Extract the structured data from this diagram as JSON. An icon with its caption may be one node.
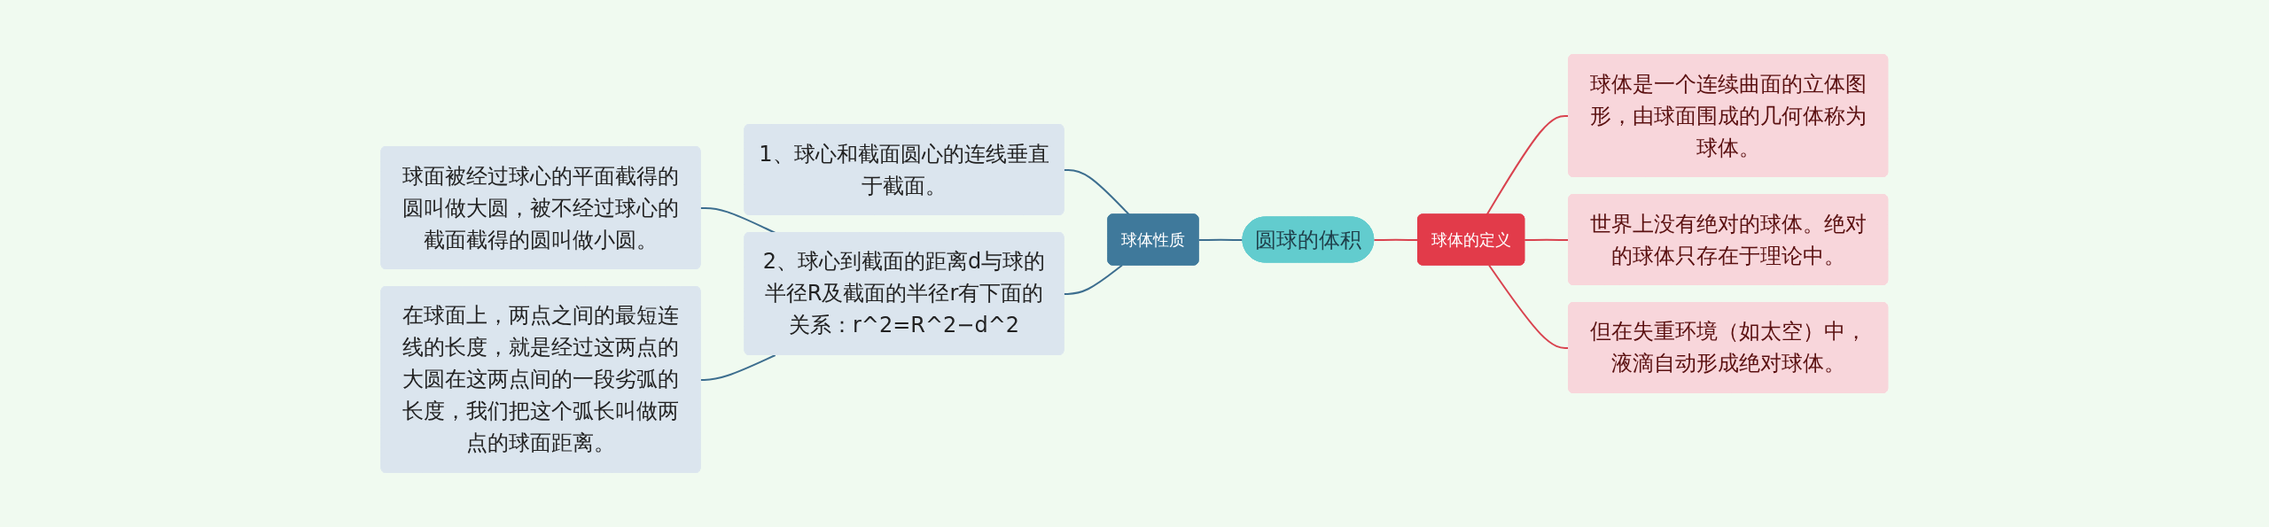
{
  "diagram": {
    "nodes": [
      {
        "text": [
          "圆球的体积"
        ]
      },
      {
        "text": [
          "球体性质"
        ]
      },
      {
        "text": [
          "1、球心和截面圆心的连线垂直于截面。"
        ]
      },
      {
        "text": [
          "2、球心到截面的距离d与球的半径R及截面的半径r有下面的关系：r^2=R^2−d^2"
        ]
      },
      {
        "text": [
          "球面被经过球心的平面截得的圆叫做大圆，被不经过球心的截面截得的圆叫做小圆。"
        ]
      },
      {
        "text": [
          "在球面上，两点之间的最短连线的长度，就是经过这两点的大圆在这两点间的一段劣弧的长度，我们把这个弧长叫做两点的球面距离。"
        ]
      },
      {
        "text": [
          "球体的定义"
        ]
      },
      {
        "text": [
          "球体是一个连续曲面的立体图形，由球面围成的几何体称为球体。"
        ]
      },
      {
        "text": [
          "世界上没有绝对的球体。绝对的球体只存在于理论中。"
        ]
      },
      {
        "text": [
          "但在失重环境（如太空）中，液滴自动形成绝对球体。"
        ]
      }
    ],
    "edges": [
      {
        "from": 4,
        "to": 3,
        "arrow": "none",
        "color": "#3d6e8f"
      },
      {
        "from": 5,
        "to": 3,
        "arrow": "none",
        "color": "#3d6e8f"
      },
      {
        "from": 2,
        "to": 1,
        "arrow": "none",
        "color": "#3d6e8f"
      },
      {
        "from": 3,
        "to": 1,
        "arrow": "none",
        "color": "#3d6e8f"
      },
      {
        "from": 1,
        "to": 0,
        "arrow": "none",
        "color": "#3d6e8f"
      },
      {
        "from": 0,
        "to": 6,
        "arrow": "none",
        "color": "#d9434f"
      },
      {
        "from": 6,
        "to": 7,
        "arrow": "none",
        "color": "#d9434f"
      },
      {
        "from": 6,
        "to": 8,
        "arrow": "none",
        "color": "#d9434f"
      },
      {
        "from": 6,
        "to": 9,
        "arrow": "none",
        "color": "#d9434f"
      }
    ]
  }
}
